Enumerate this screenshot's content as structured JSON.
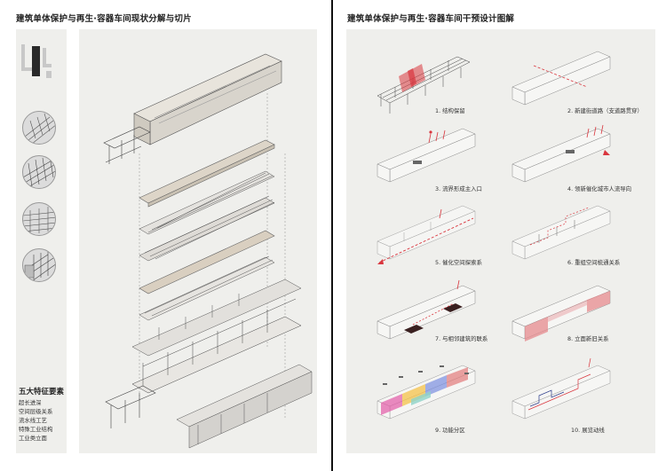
{
  "left_page": {
    "title": "建筑单体保护与再生·容器车间现状分解与切片",
    "features": {
      "heading": "五大特征要素",
      "items": [
        "超长进深",
        "空间层级关系",
        "流水线工艺",
        "特殊工业结构",
        "工业类立面"
      ]
    }
  },
  "right_page": {
    "title": "建筑单体保护与再生·容器车间干预设计图解",
    "steps": [
      {
        "label": "1. 结构保留"
      },
      {
        "label": "2. 新建街道路（支道路贯穿）"
      },
      {
        "label": "3. 流界形成主入口"
      },
      {
        "label": "4. 领新催化城市人流导向"
      },
      {
        "label": "5. 催化空间探索系"
      },
      {
        "label": "6. 重组空间梳通关系"
      },
      {
        "label": "7. 与相邻建筑的联系"
      },
      {
        "label": "8. 立面新旧关系"
      },
      {
        "label": "9. 功能分区"
      },
      {
        "label": "10. 展览动线"
      }
    ]
  },
  "colors": {
    "accent_red": "#d9363e",
    "panel_bg": "#efefec",
    "divider": "#111111"
  }
}
